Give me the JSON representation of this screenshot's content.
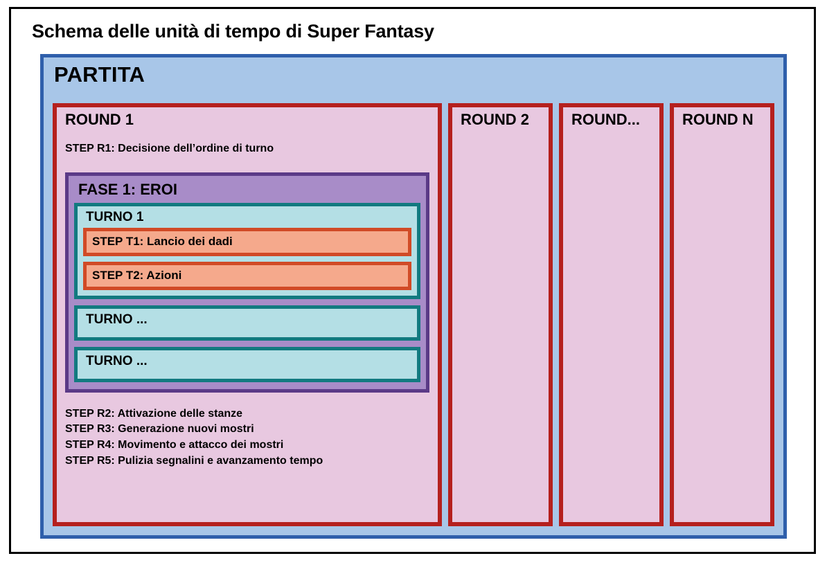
{
  "title": "Schema delle unità di tempo di Super Fantasy",
  "game": {
    "label": "PARTITA",
    "border_color": "#2F5FAB",
    "fill_color": "#A8C6E8"
  },
  "rounds": [
    {
      "label": "ROUND 1",
      "top_step": "STEP R1: Decisione dell’ordine di turno",
      "phase": {
        "label": "FASE 1: EROI",
        "turns": [
          {
            "label": "TURNO 1",
            "steps": [
              "STEP T1: Lancio dei dadi",
              "STEP T2: Azioni"
            ]
          },
          {
            "label": "TURNO ...",
            "steps": []
          },
          {
            "label": "TURNO ...",
            "steps": []
          }
        ]
      },
      "tail_steps": [
        "STEP R2: Attivazione delle stanze",
        "STEP R3: Generazione nuovi mostri",
        "STEP R4: Movimento e attacco dei mostri",
        "STEP R5: Pulizia segnalini e avanzamento tempo"
      ]
    },
    {
      "label": "ROUND 2",
      "top_step": "",
      "tail_steps": []
    },
    {
      "label": "ROUND...",
      "top_step": "",
      "tail_steps": []
    },
    {
      "label": "ROUND N",
      "top_step": "",
      "tail_steps": []
    }
  ],
  "colors": {
    "frame": "#000000",
    "round_border": "#B5201E",
    "round_fill": "#E8C8E0",
    "phase_border": "#5B3A87",
    "phase_fill": "#A88CC8",
    "turn_border": "#127A80",
    "turn_fill": "#B4DFE5",
    "step_border": "#D14A26",
    "step_fill": "#F5A98C"
  }
}
